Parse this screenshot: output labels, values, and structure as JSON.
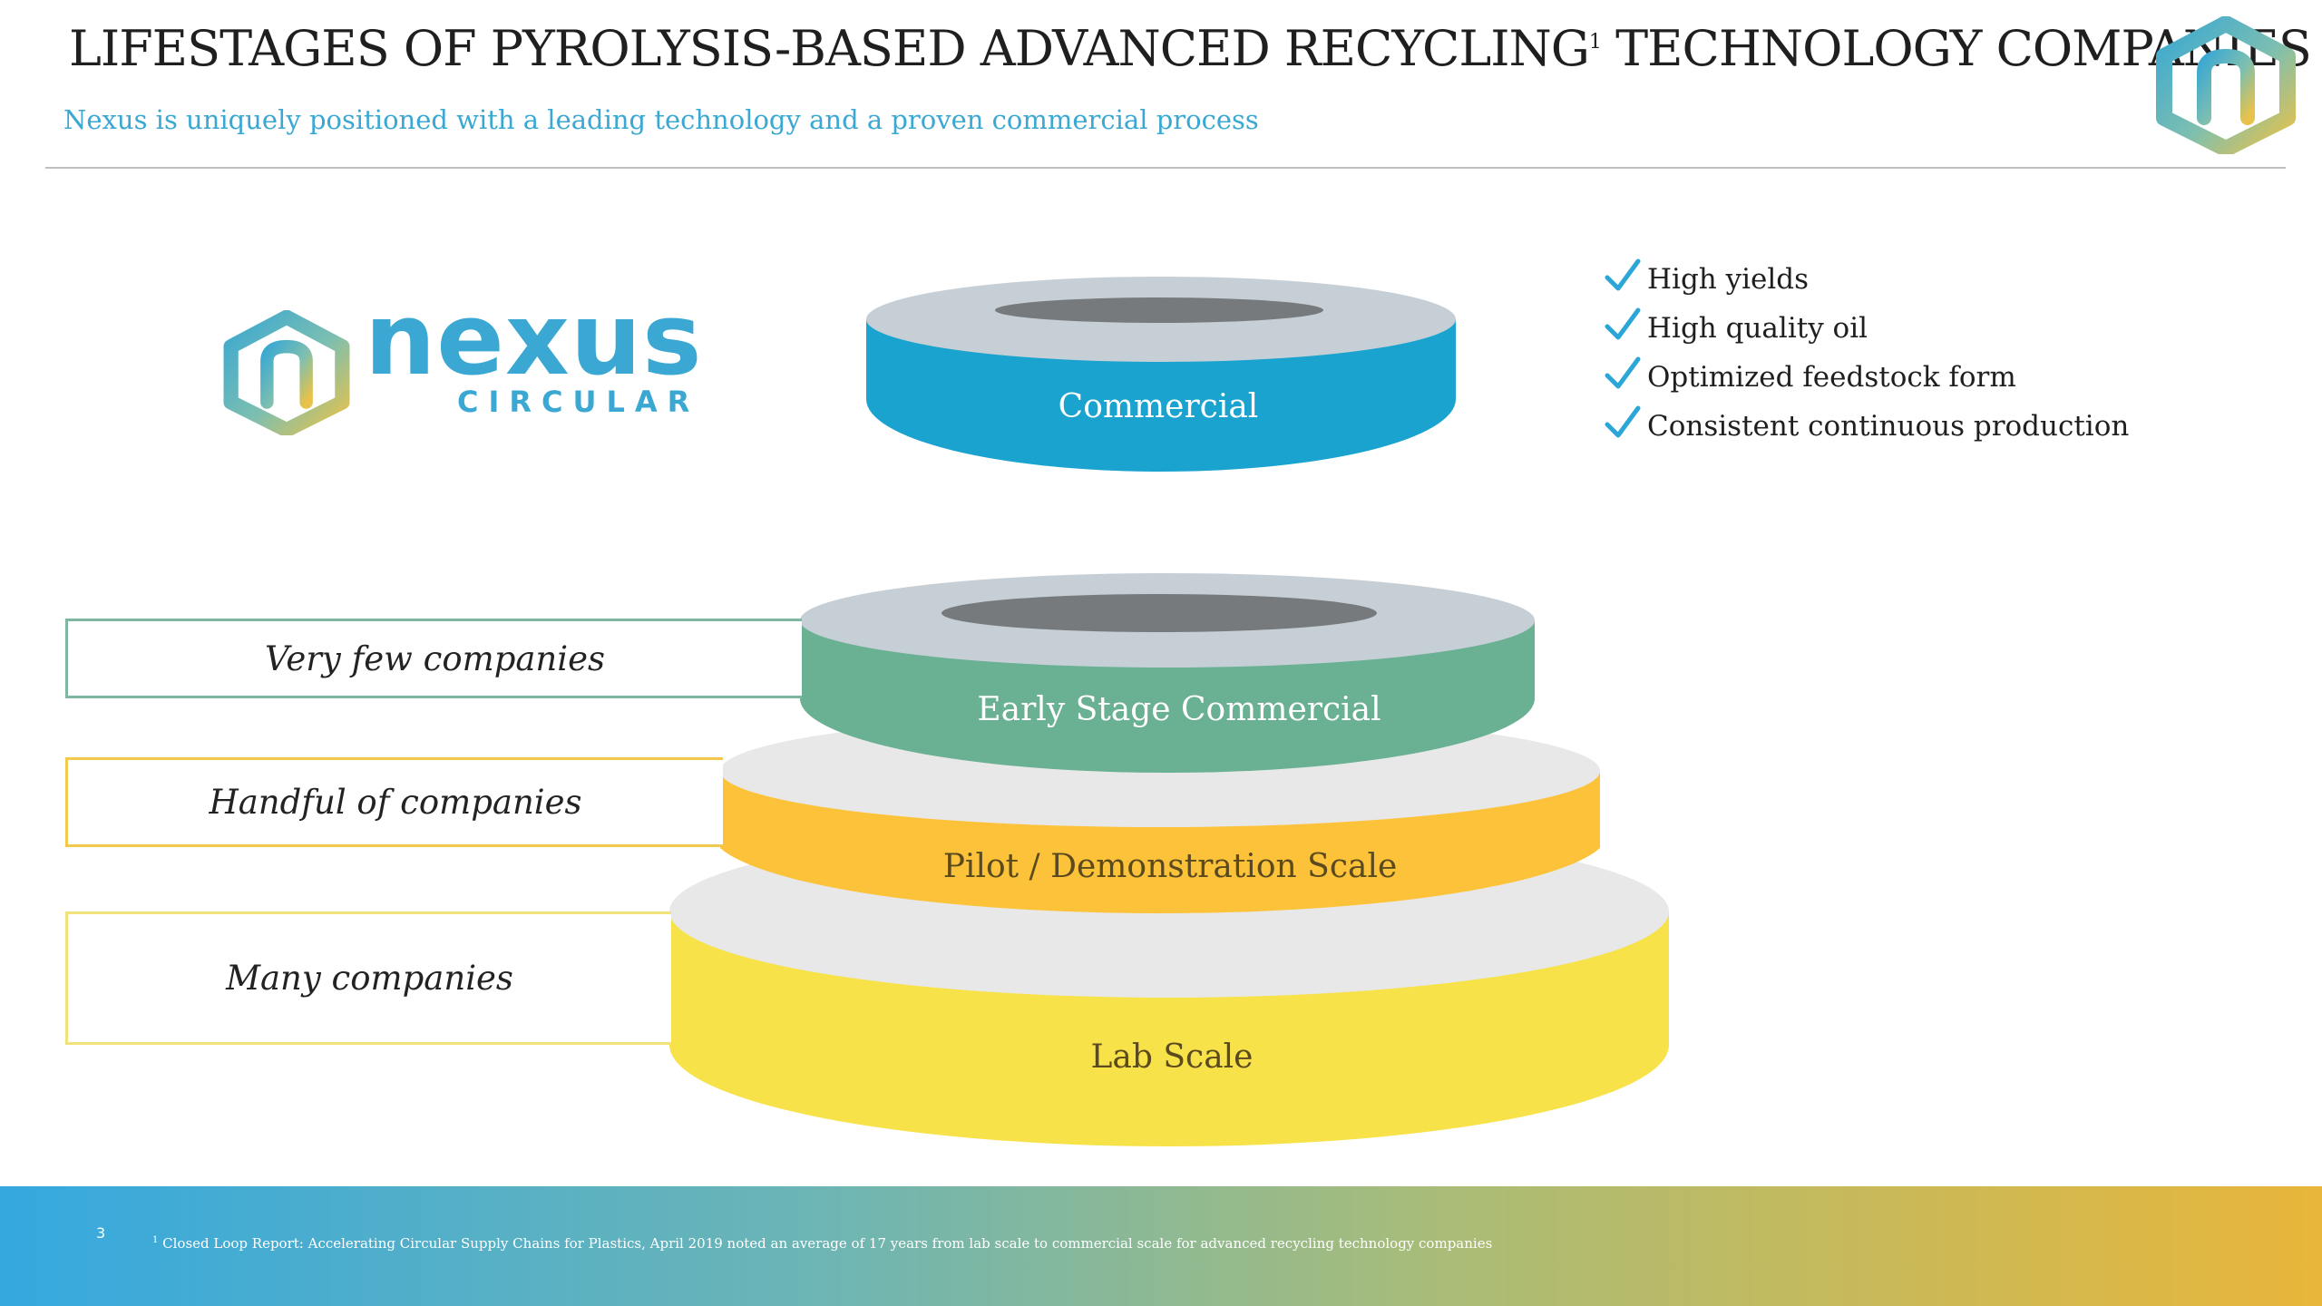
{
  "header": {
    "title": "LIFESTAGES OF PYROLYSIS-BASED ADVANCED RECYCLING",
    "title_sup": "1",
    "title_tail": " TECHNOLOGY COMPANIES",
    "subtitle": "Nexus is uniquely positioned with a leading technology and a proven commercial process",
    "corner_logo_icon": "nexus-hexagon-icon"
  },
  "brand": {
    "name": "nexus",
    "tagline": "CIRCULAR",
    "icon": "nexus-hexagon-icon",
    "color": "#3aa8d2"
  },
  "stages": {
    "commercial": {
      "label": "Commercial",
      "color": "#1aa3cf"
    },
    "early": {
      "label": "Early Stage Commercial",
      "color": "#6ab093"
    },
    "pilot": {
      "label": "Pilot / Demonstration Scale",
      "color": "#fcc33a"
    },
    "lab": {
      "label": "Lab Scale",
      "color": "#f7e24a"
    }
  },
  "counts": {
    "few": "Very few companies",
    "handful": "Handful of companies",
    "many": "Many companies"
  },
  "benefits": [
    "High yields",
    "High quality oil",
    "Optimized feedstock form",
    "Consistent continuous production"
  ],
  "footer": {
    "page_number": "3",
    "footnote_sup": "1",
    "footnote": " Closed Loop Report: Accelerating Circular Supply Chains for Plastics, April 2019 noted an average of 17 years from lab scale to commercial scale for advanced recycling technology companies"
  },
  "colors": {
    "accent": "#3aa8d2",
    "footer_gradient": [
      "#35a8df",
      "#a9bc78",
      "#e8b63a"
    ]
  }
}
